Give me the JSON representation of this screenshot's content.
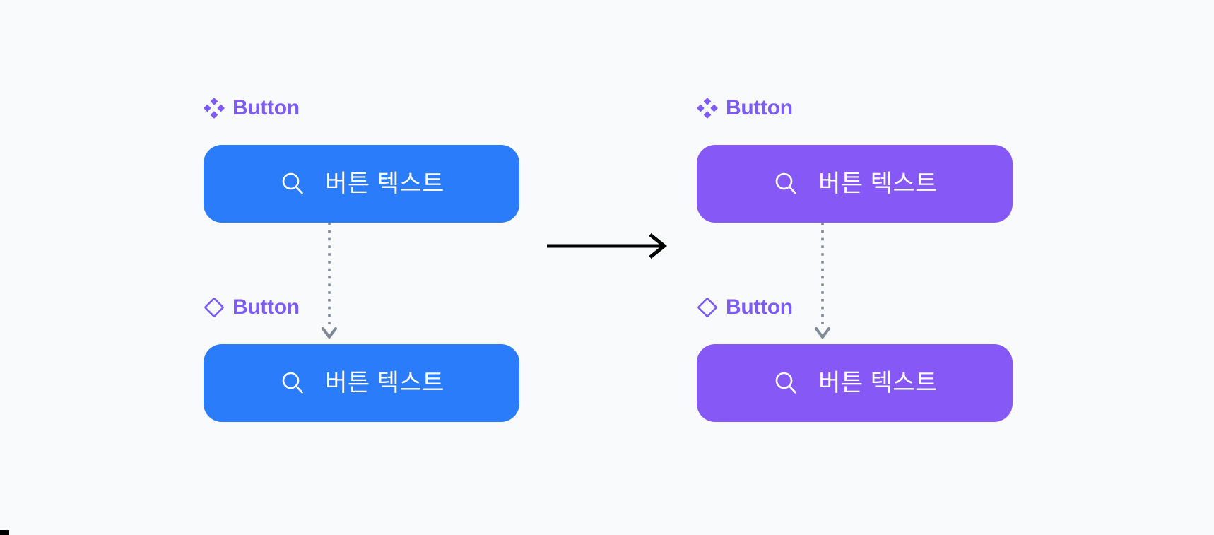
{
  "page": {
    "background_color": "#f8fafc",
    "title": "Button component and instance color variant comparison"
  },
  "colors": {
    "label_purple": "#7c5cf5",
    "button_blue": "#2b7cfb",
    "button_purple": "#8659f6",
    "connector_gray": "#808a96",
    "arrow_black": "#000000",
    "button_text": "#ffffff"
  },
  "groups": [
    {
      "side": "left",
      "variant_color": "#2b7cfb",
      "nodes": [
        {
          "icon": "component-diamond-cluster-icon",
          "label": "Button",
          "button": {
            "icon": "search-icon",
            "text": "버튼 텍스트",
            "fill": "#2b7cfb"
          }
        },
        {
          "icon": "instance-diamond-outline-icon",
          "label": "Button",
          "button": {
            "icon": "search-icon",
            "text": "버튼 텍스트",
            "fill": "#2b7cfb"
          }
        }
      ],
      "connector": "dotted-down-arrow"
    },
    {
      "side": "right",
      "variant_color": "#8659f6",
      "nodes": [
        {
          "icon": "component-diamond-cluster-icon",
          "label": "Button",
          "button": {
            "icon": "search-icon",
            "text": "버튼 텍스트",
            "fill": "#8659f6"
          }
        },
        {
          "icon": "instance-diamond-outline-icon",
          "label": "Button",
          "button": {
            "icon": "search-icon",
            "text": "버튼 텍스트",
            "fill": "#8659f6"
          }
        }
      ],
      "connector": "dotted-down-arrow"
    }
  ],
  "transform_arrow": {
    "icon": "arrow-right-icon",
    "direction": "right",
    "color": "#000000"
  }
}
